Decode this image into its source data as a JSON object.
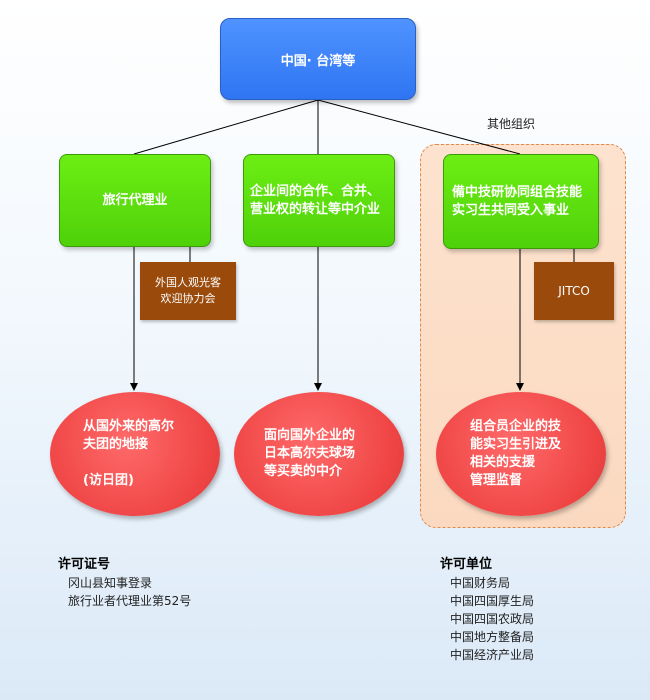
{
  "top": {
    "label": "中国· 台湾等"
  },
  "other_group": {
    "label": "其他组织"
  },
  "branches": [
    {
      "category": "旅行代理业",
      "partner": "外国人观光客\n欢迎协力会",
      "result": "从国外来的高尔\n夫团的地接\n\n(访日团)"
    },
    {
      "category": "企业间的合作、合并、营业权的转让等中介业",
      "partner": "",
      "result": "面向国外企业的\n日本高尔夫球场\n等买卖的中介"
    },
    {
      "category": "備中技研协同组合技能实习生共同受入事业",
      "partner": "JITCO",
      "result": "组合员企业的技\n能实习生引进及\n相关的支援\n管理监督"
    }
  ],
  "license": {
    "title": "许可证号",
    "lines": [
      "冈山县知事登录",
      "旅行业者代理业第52号"
    ]
  },
  "permit": {
    "title": "许可单位",
    "lines": [
      "中国财务局",
      "中国四国厚生局",
      "中国四国农政局",
      "中国地方整备局",
      "中国经济产业局"
    ]
  },
  "colors": {
    "top": "#2f75f2",
    "category": "#55d60b",
    "partner": "#9a4a0a",
    "result": "#ef4444",
    "group_bg": "#fbd9c0",
    "group_border": "#e0894a"
  }
}
